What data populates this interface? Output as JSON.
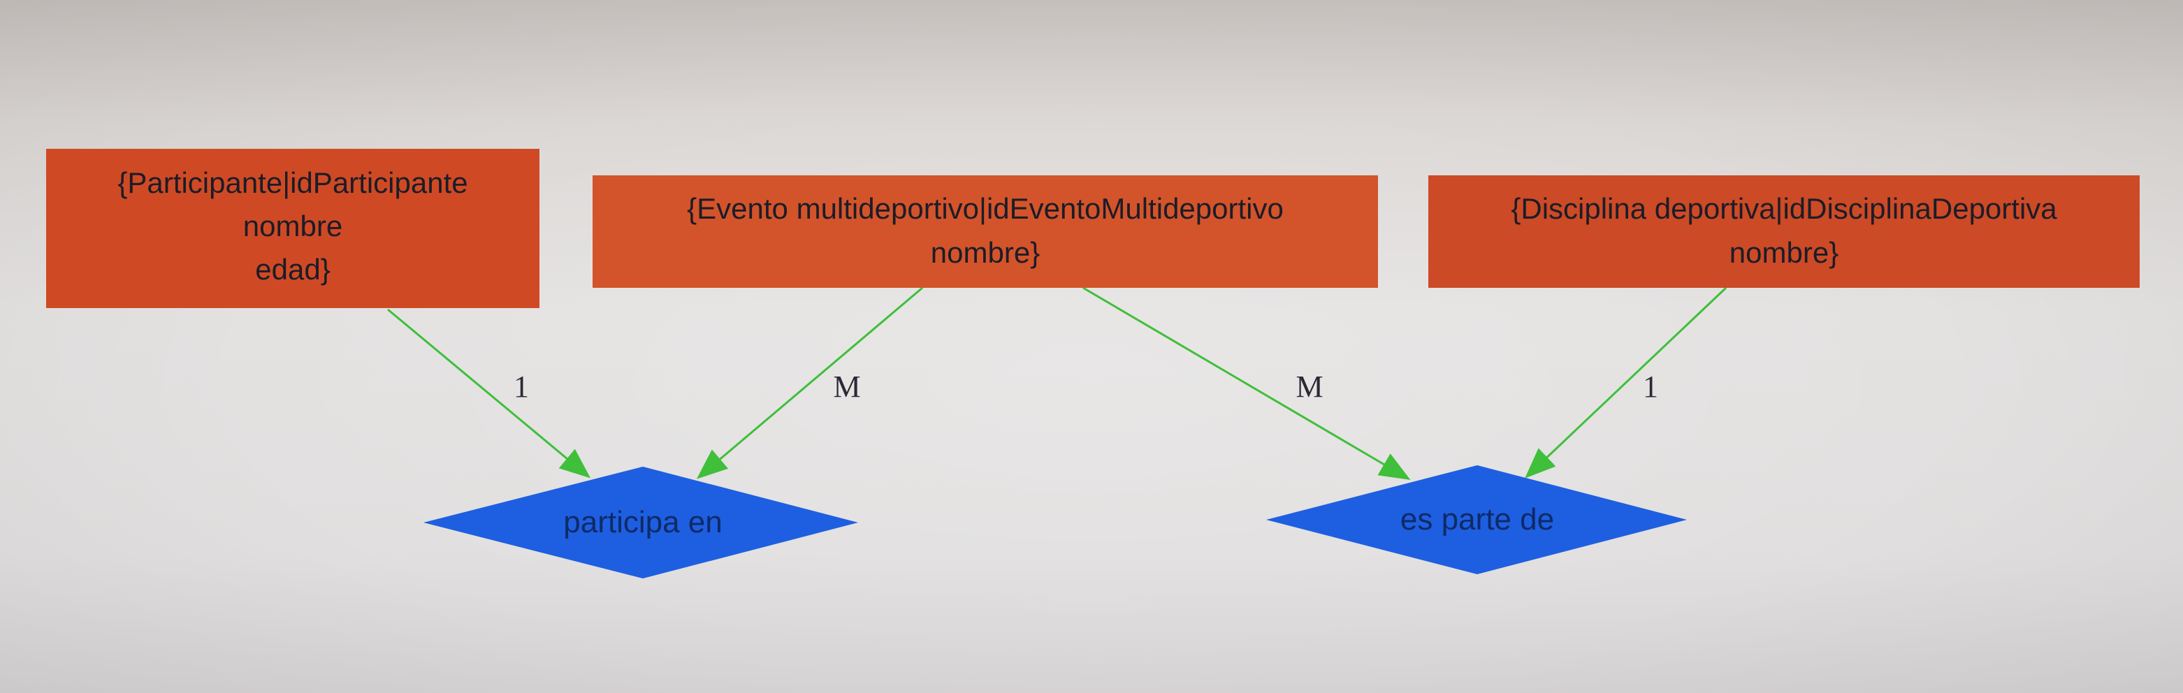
{
  "entities": [
    {
      "id": "participante",
      "lines": [
        "{Participante|idParticipante",
        "nombre",
        "edad}"
      ],
      "color": "#cf4a24"
    },
    {
      "id": "evento",
      "lines": [
        "{Evento multideportivo|idEventoMultideportivo",
        "nombre}"
      ],
      "color": "#d3542a"
    },
    {
      "id": "disciplina",
      "lines": [
        "{Disciplina deportiva|idDisciplinaDeportiva",
        "nombre}"
      ],
      "color": "#cc4a25"
    }
  ],
  "relationships": [
    {
      "id": "participa",
      "label": "participa en",
      "color": "#1d5fe0"
    },
    {
      "id": "esparte",
      "label": "es parte de",
      "color": "#1d5fe0"
    }
  ],
  "edges": [
    {
      "from": "participante",
      "to": "participa",
      "cardinality": "1"
    },
    {
      "from": "evento",
      "to": "participa",
      "cardinality": "M"
    },
    {
      "from": "evento",
      "to": "esparte",
      "cardinality": "M"
    },
    {
      "from": "disciplina",
      "to": "esparte",
      "cardinality": "1"
    }
  ],
  "edge_color": "#3fbf3a"
}
